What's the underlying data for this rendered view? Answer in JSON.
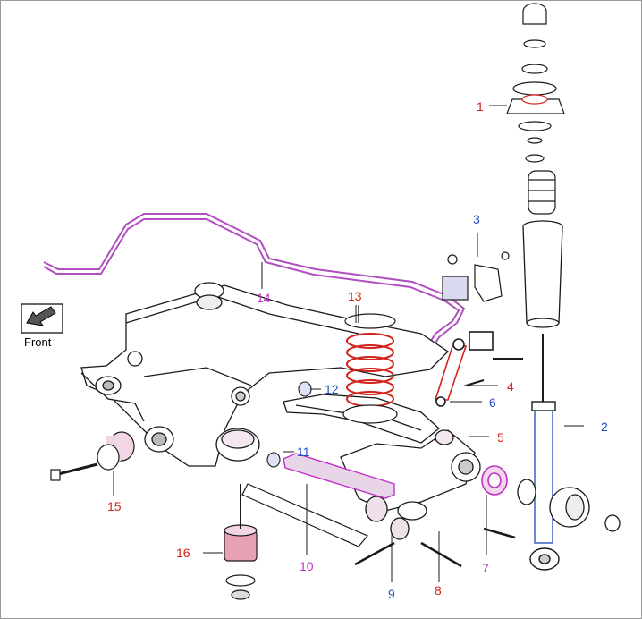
{
  "diagram": {
    "front_label": "Front",
    "colors": {
      "red": "#d2231d",
      "blue": "#1f4fc0",
      "magenta": "#c02fc8",
      "line": "#1a1a1a",
      "spring": "#d2231d",
      "stabilizer": "#b04fc0",
      "shock_outline": "#2a55c8",
      "bushing_fill": "#dfc0d8"
    },
    "callouts": [
      {
        "number": "1",
        "color": "red"
      },
      {
        "number": "2",
        "color": "blue"
      },
      {
        "number": "3",
        "color": "blue"
      },
      {
        "number": "4",
        "color": "red"
      },
      {
        "number": "5",
        "color": "red"
      },
      {
        "number": "6",
        "color": "blue"
      },
      {
        "number": "7",
        "color": "magenta"
      },
      {
        "number": "8",
        "color": "red"
      },
      {
        "number": "9",
        "color": "blue"
      },
      {
        "number": "10",
        "color": "magenta"
      },
      {
        "number": "11",
        "color": "blue"
      },
      {
        "number": "12",
        "color": "blue"
      },
      {
        "number": "13",
        "color": "red"
      },
      {
        "number": "14",
        "color": "magenta"
      },
      {
        "number": "15",
        "color": "red"
      },
      {
        "number": "16",
        "color": "red"
      }
    ]
  }
}
